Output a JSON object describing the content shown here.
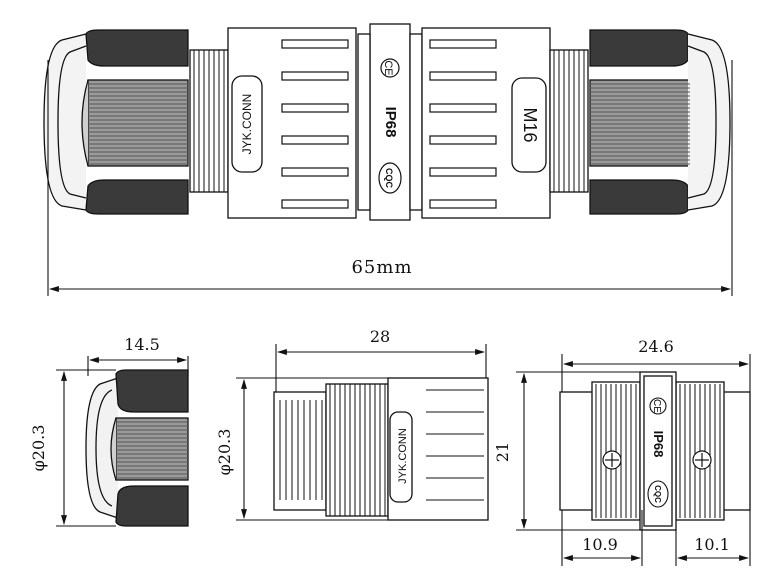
{
  "top_view": {
    "brand_label": "JYK.CONN",
    "ce_mark": "CE",
    "ip_rating": "IP68",
    "cqc_mark": "CQC",
    "thread_label": "M16",
    "overall_length": "65mm"
  },
  "bottom_left": {
    "width_dim": "14.5",
    "diameter_dim": "φ20.3"
  },
  "bottom_middle": {
    "length_dim": "28",
    "diameter_dim": "φ20.3",
    "brand_label": "JYK.CONN"
  },
  "bottom_right": {
    "length_dim": "24.6",
    "height_dim": "21",
    "left_dim": "10.9",
    "right_dim": "10.1",
    "ce_mark": "CE",
    "ip_rating": "IP68",
    "cqc_mark": "CQC"
  }
}
